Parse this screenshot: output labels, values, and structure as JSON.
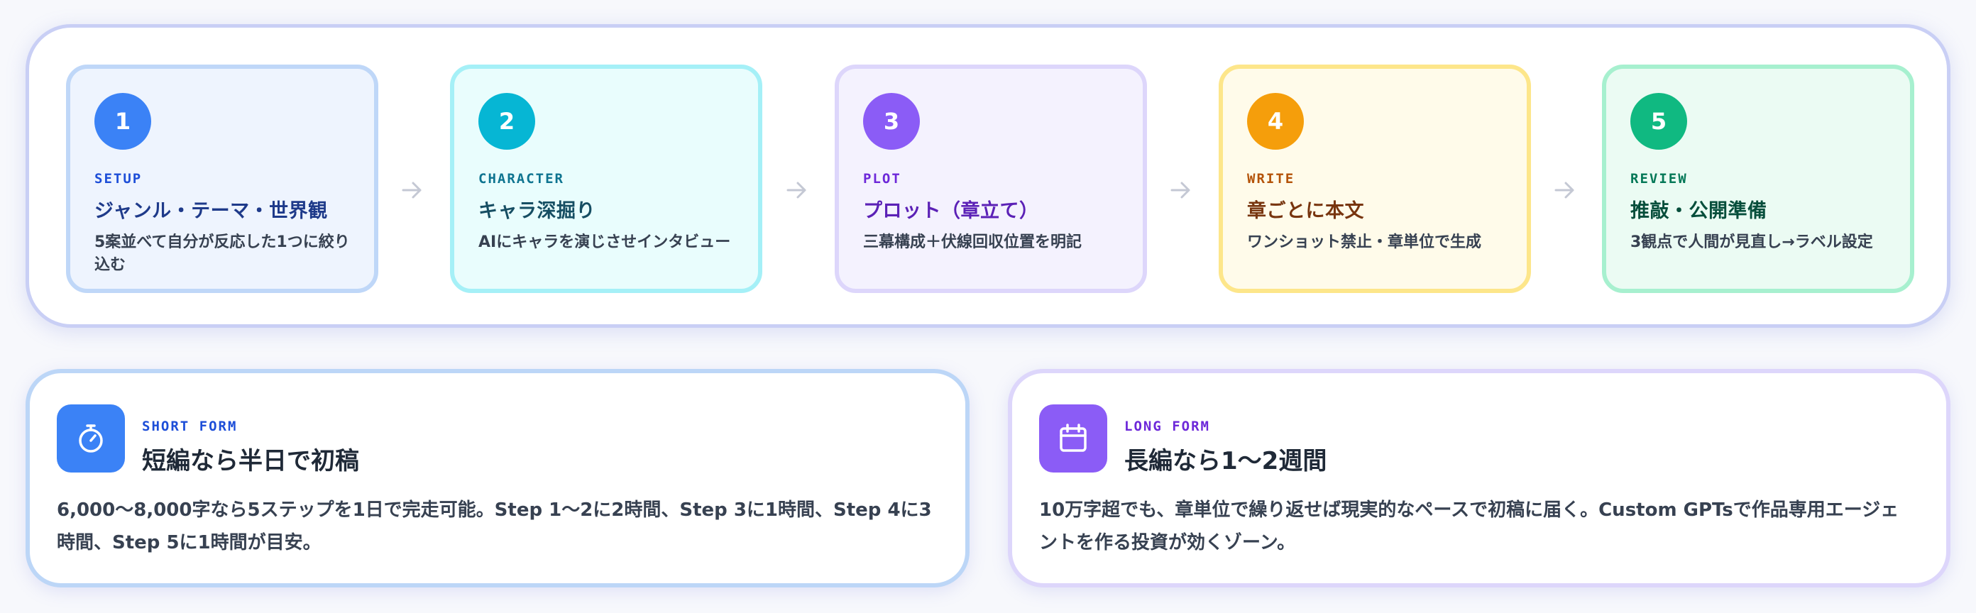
{
  "steps": [
    {
      "num": "1",
      "kicker": "SETUP",
      "title": "ジャンル・テーマ・世界観",
      "desc": "5案並べて自分が反応した1つに絞り込む",
      "colors": {
        "circle": "#3b82f6",
        "accent": "#1d4ed8",
        "title": "#1e3a8a",
        "bg": "#eef4fe",
        "border": "#bfd7f8"
      }
    },
    {
      "num": "2",
      "kicker": "CHARACTER",
      "title": "キャラ深掘り",
      "desc": "AIにキャラを演じさせインタビュー",
      "colors": {
        "circle": "#06b6d4",
        "accent": "#0e7490",
        "title": "#164e63",
        "bg": "#e9fdfd",
        "border": "#a5f0f7"
      }
    },
    {
      "num": "3",
      "kicker": "PLOT",
      "title": "プロット（章立て）",
      "desc": "三幕構成＋伏線回収位置を明記",
      "colors": {
        "circle": "#8b5cf6",
        "accent": "#6d28d9",
        "title": "#5b21b6",
        "bg": "#f4f2fe",
        "border": "#ddd6fb"
      }
    },
    {
      "num": "4",
      "kicker": "WRITE",
      "title": "章ごとに本文",
      "desc": "ワンショット禁止・章単位で生成",
      "colors": {
        "circle": "#f59e0b",
        "accent": "#b45309",
        "title": "#78350f",
        "bg": "#fffbea",
        "border": "#fde68a"
      }
    },
    {
      "num": "5",
      "kicker": "REVIEW",
      "title": "推敲・公開準備",
      "desc": "3観点で人間が見直し→ラベル設定",
      "colors": {
        "circle": "#10b981",
        "accent": "#047857",
        "title": "#064e3b",
        "bg": "#ebfbf3",
        "border": "#a7f0cf"
      }
    }
  ],
  "short_form": {
    "icon": "stopwatch-icon",
    "kicker": "SHORT FORM",
    "title": "短編なら半日で初稿",
    "body": "6,000〜8,000字なら5ステップを1日で完走可能。Step 1〜2に2時間、Step 3に1時間、Step 4に3時間、Step 5に1時間が目安。",
    "colors": {
      "badge": "#3b82f6",
      "kicker": "#1d4ed8",
      "border": "#bcd6f7"
    }
  },
  "long_form": {
    "icon": "calendar-icon",
    "kicker": "LONG FORM",
    "title": "長編なら1〜2週間",
    "body": "10万字超でも、章単位で繰り返せば現実的なペースで初稿に届く。Custom GPTsで作品専用エージェントを作る投資が効くゾーン。",
    "colors": {
      "badge": "#8b5cf6",
      "kicker": "#6d28d9",
      "border": "#ddd6fb"
    }
  },
  "colors": {
    "panel_border": "#c9cff5",
    "arrow": "#c4c8d4"
  }
}
